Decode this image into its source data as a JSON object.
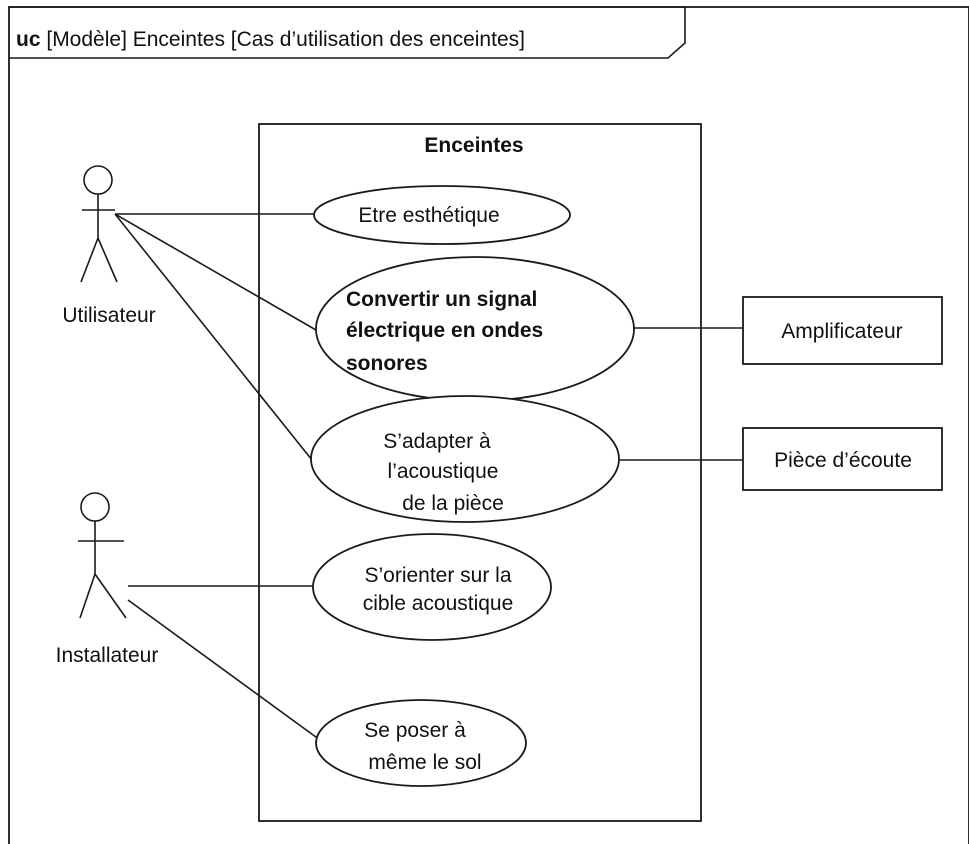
{
  "frame": {
    "keyword": "uc",
    "title": "[Modèle] Enceintes [Cas d’utilisation des enceintes]"
  },
  "system": {
    "name": "Enceintes"
  },
  "actors": {
    "user": {
      "label": "Utilisateur"
    },
    "installer": {
      "label": "Installateur"
    },
    "amplifier": {
      "label": "Amplificateur"
    },
    "room": {
      "label": "Pièce d’écoute"
    }
  },
  "use_cases": {
    "aesthetic": {
      "lines": [
        "Etre esthétique"
      ]
    },
    "convert": {
      "lines": [
        "Convertir un signal",
        "électrique en ondes",
        "sonores"
      ]
    },
    "adapt": {
      "lines": [
        "S’adapter à",
        "l’acoustique",
        "de la pièce"
      ]
    },
    "orient": {
      "lines": [
        "S’orienter sur la",
        "cible acoustique"
      ]
    },
    "floor": {
      "lines": [
        "Se poser à",
        "même le sol"
      ]
    }
  }
}
